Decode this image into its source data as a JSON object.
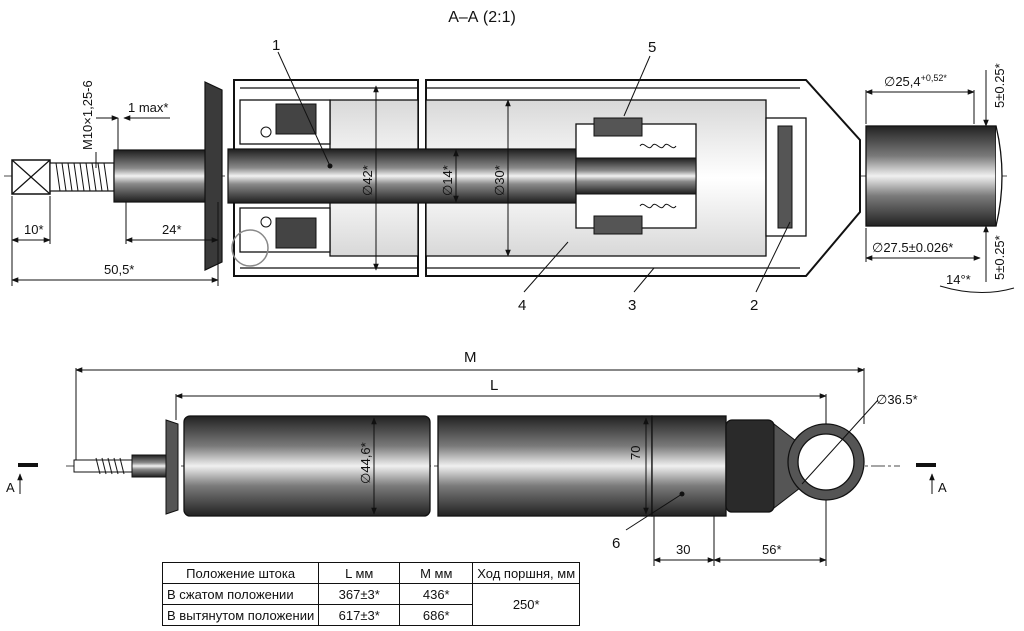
{
  "section_title": "А–А (2:1)",
  "callouts": {
    "c1": "1",
    "c2": "2",
    "c3": "3",
    "c4": "4",
    "c5": "5",
    "c6": "6"
  },
  "section_a_labels": {
    "thread": "M10×1,25-6",
    "max_gap": "1 max*",
    "dim_10": "10*",
    "dim_24": "24*",
    "dim_50_5": "50,5*",
    "dia_42": "∅42*",
    "dia_14": "∅14*",
    "dia_30": "∅30*",
    "dia_25_4": "∅25,4",
    "dia_25_4_tol": "+0,52*",
    "dia_27_5": "∅27.5±0.026*",
    "tol_top": "5±0.25*",
    "tol_bottom": "5±0.25*",
    "angle_14": "14°*"
  },
  "side_view_labels": {
    "M": "M",
    "L": "L",
    "dia_44_6": "∅44,6*",
    "dim_70": "70",
    "dia_36_5": "∅36.5*",
    "dim_30": "30",
    "dim_56": "56*",
    "section_mark_left": "A",
    "section_mark_right": "A"
  },
  "table": {
    "headers": [
      "Положение штока",
      "L мм",
      "M мм",
      "Ход поршня, мм"
    ],
    "rows": [
      {
        "position": "В сжатом положении",
        "L": "367±3*",
        "M": "436*"
      },
      {
        "position": "В вытянутом положении",
        "L": "617±3*",
        "M": "686*"
      }
    ],
    "stroke": "250*"
  },
  "colors": {
    "line": "#111111",
    "metal_dark": "#2a2a2a",
    "metal_light": "#e8e8e8",
    "background": "#ffffff"
  }
}
